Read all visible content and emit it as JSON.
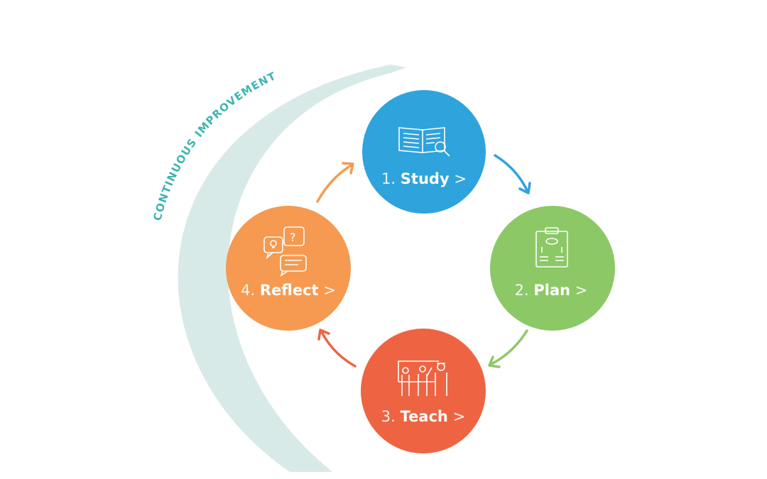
{
  "title": "CONTINUOUS IMPROVEMENT",
  "steps": [
    {
      "number": "1.",
      "name": "Study",
      "chevron": ">",
      "color": "#2fa3dc",
      "icon": "book-magnifier-icon"
    },
    {
      "number": "2.",
      "name": "Plan",
      "chevron": ">",
      "color": "#8dc866",
      "icon": "clipboard-icon"
    },
    {
      "number": "3.",
      "name": "Teach",
      "chevron": ">",
      "color": "#ee6442",
      "icon": "classroom-icon"
    },
    {
      "number": "4.",
      "name": "Reflect",
      "chevron": ">",
      "color": "#f59a50",
      "icon": "speech-bubbles-icon"
    }
  ],
  "colors": {
    "arc": "#d8eae8",
    "title": "#3db4b0"
  }
}
